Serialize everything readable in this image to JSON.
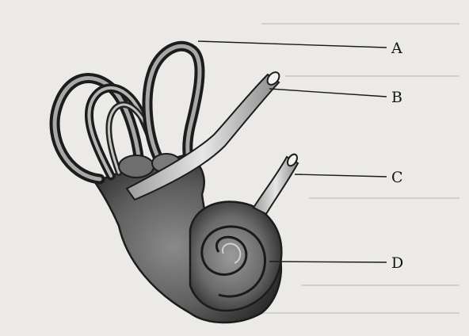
{
  "diagram": {
    "labels": [
      {
        "id": "A",
        "text": "A"
      },
      {
        "id": "B",
        "text": "B"
      },
      {
        "id": "C",
        "text": "C"
      },
      {
        "id": "D",
        "text": "D"
      }
    ]
  }
}
